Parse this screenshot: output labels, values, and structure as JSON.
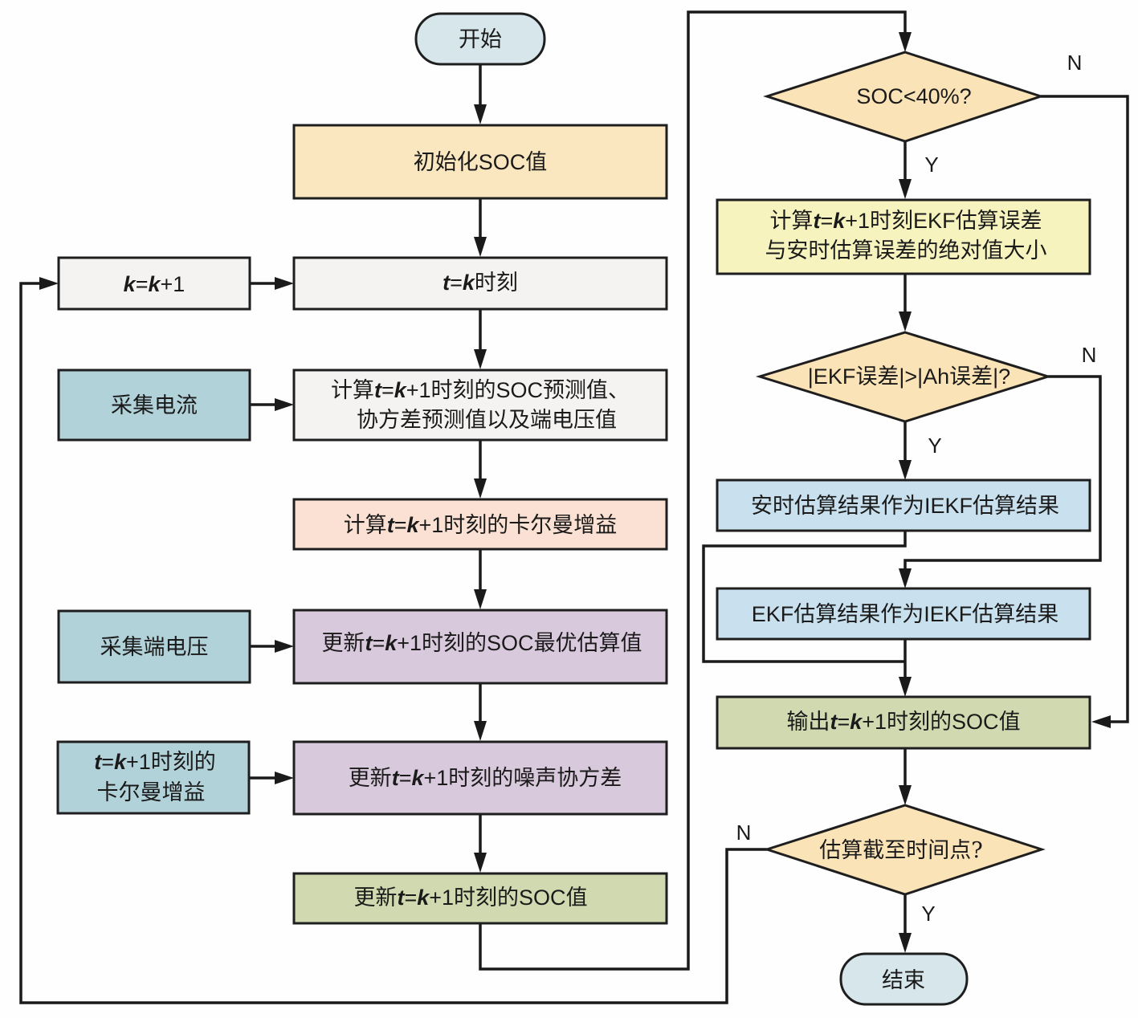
{
  "colors": {
    "terminal": "#d7e6ea",
    "init": "#fae6bf",
    "neutral": "#f4f3f2",
    "input": "#b2d2d9",
    "gain": "#fbe1d3",
    "update": "#d9c9dc",
    "soc_update": "#d0d9b0",
    "decision": "#fbe3b8",
    "error_calc": "#f6f3bf",
    "result": "#c9e1ef",
    "output": "#d0d9b0",
    "line": "#1a1a1a"
  },
  "nodes": {
    "start": {
      "text": "开始"
    },
    "init": {
      "text": "初始化SOC值"
    },
    "k_inc": {
      "parts": [
        {
          "t": "k",
          "i": true
        },
        {
          "t": "=",
          "i": false,
          "s": true
        },
        {
          "t": "k",
          "i": true
        },
        {
          "t": "+1",
          "i": false,
          "s": true
        }
      ]
    },
    "t_eq_k": {
      "parts": [
        {
          "t": "t",
          "i": true
        },
        {
          "t": "=",
          "i": false,
          "s": true
        },
        {
          "t": "k",
          "i": true
        },
        {
          "t": "时刻",
          "i": false
        }
      ]
    },
    "collect_current": {
      "text": "采集电流"
    },
    "predict": {
      "line1": [
        {
          "t": "计算",
          "i": false
        },
        {
          "t": "t",
          "i": true
        },
        {
          "t": "=",
          "i": false,
          "s": true
        },
        {
          "t": "k",
          "i": true
        },
        {
          "t": "+1",
          "i": false,
          "s": true
        },
        {
          "t": "时刻的",
          "i": false
        },
        {
          "t": "SOC",
          "i": false,
          "s": true
        },
        {
          "t": "预测值、",
          "i": false
        }
      ],
      "line2": "协方差预测值以及端电压值"
    },
    "kalman_gain": {
      "parts": [
        {
          "t": "计算",
          "i": false
        },
        {
          "t": "t",
          "i": true
        },
        {
          "t": "=",
          "i": false,
          "s": true
        },
        {
          "t": "k",
          "i": true
        },
        {
          "t": "+1",
          "i": false,
          "s": true
        },
        {
          "t": "时刻的卡尔曼增益",
          "i": false
        }
      ]
    },
    "collect_voltage": {
      "text": "采集端电压"
    },
    "update_optimal": {
      "parts": [
        {
          "t": "更新",
          "i": false
        },
        {
          "t": "t",
          "i": true
        },
        {
          "t": "=",
          "i": false,
          "s": true
        },
        {
          "t": "k",
          "i": true
        },
        {
          "t": "+1",
          "i": false,
          "s": true
        },
        {
          "t": "时刻的",
          "i": false
        },
        {
          "t": "SOC",
          "i": false,
          "s": true
        },
        {
          "t": "最优估算值",
          "i": false
        }
      ]
    },
    "gain_input": {
      "line1": [
        {
          "t": "t",
          "i": true
        },
        {
          "t": "=",
          "i": false,
          "s": true
        },
        {
          "t": "k",
          "i": true
        },
        {
          "t": "+1",
          "i": false,
          "s": true
        },
        {
          "t": "时刻的",
          "i": false
        }
      ],
      "line2": "卡尔曼增益"
    },
    "update_noise": {
      "parts": [
        {
          "t": "更新",
          "i": false
        },
        {
          "t": "t",
          "i": true
        },
        {
          "t": "=",
          "i": false,
          "s": true
        },
        {
          "t": "k",
          "i": true
        },
        {
          "t": "+1",
          "i": false,
          "s": true
        },
        {
          "t": "时刻的噪声协方差",
          "i": false
        }
      ]
    },
    "update_soc": {
      "parts": [
        {
          "t": "更新",
          "i": false
        },
        {
          "t": "t",
          "i": true
        },
        {
          "t": "=",
          "i": false,
          "s": true
        },
        {
          "t": "k",
          "i": true
        },
        {
          "t": "+1",
          "i": false,
          "s": true
        },
        {
          "t": "时刻的",
          "i": false
        },
        {
          "t": "SOC",
          "i": false,
          "s": true
        },
        {
          "t": "值",
          "i": false
        }
      ]
    },
    "soc_check": {
      "text": "SOC<40%?"
    },
    "error_calc": {
      "line1": [
        {
          "t": "计算",
          "i": false
        },
        {
          "t": "t",
          "i": true
        },
        {
          "t": "=",
          "i": false,
          "s": true
        },
        {
          "t": "k",
          "i": true
        },
        {
          "t": "+1",
          "i": false,
          "s": true
        },
        {
          "t": "时刻",
          "i": false
        },
        {
          "t": "EKF",
          "i": false,
          "s": true
        },
        {
          "t": "估算误差",
          "i": false
        }
      ],
      "line2": "与安时估算误差的绝对值大小"
    },
    "error_compare": {
      "parts": [
        {
          "t": "|EKF",
          "i": false,
          "s": true
        },
        {
          "t": "误差",
          "i": false
        },
        {
          "t": "|>|Ah",
          "i": false,
          "s": true
        },
        {
          "t": "误差",
          "i": false
        },
        {
          "t": "|?",
          "i": false,
          "s": true
        }
      ]
    },
    "ah_result": {
      "parts": [
        {
          "t": "安时估算结果作为",
          "i": false
        },
        {
          "t": "IEKF",
          "i": false,
          "s": true
        },
        {
          "t": "估算结果",
          "i": false
        }
      ]
    },
    "ekf_result": {
      "parts": [
        {
          "t": "EKF",
          "i": false,
          "s": true
        },
        {
          "t": "估算结果作为",
          "i": false
        },
        {
          "t": "IEKF",
          "i": false,
          "s": true
        },
        {
          "t": "估算结果",
          "i": false
        }
      ]
    },
    "output": {
      "parts": [
        {
          "t": "输出",
          "i": false
        },
        {
          "t": "t",
          "i": true
        },
        {
          "t": "=",
          "i": false,
          "s": true
        },
        {
          "t": "k",
          "i": true
        },
        {
          "t": "+1",
          "i": false,
          "s": true
        },
        {
          "t": "时刻的",
          "i": false
        },
        {
          "t": "SOC",
          "i": false,
          "s": true
        },
        {
          "t": "值",
          "i": false
        }
      ]
    },
    "time_check": {
      "text": "估算截至时间点?"
    },
    "end": {
      "text": "结束"
    }
  },
  "labels": {
    "soc_check_no": "N",
    "soc_check_yes": "Y",
    "error_compare_no": "N",
    "error_compare_yes": "Y",
    "time_check_no": "N",
    "time_check_yes": "Y"
  }
}
